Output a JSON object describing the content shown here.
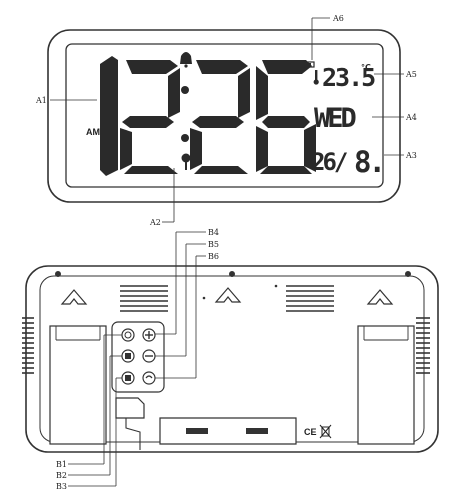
{
  "front_display": {
    "time": "12:26",
    "period": "AM",
    "temperature": "23.5",
    "temperature_unit": "°C",
    "weekday": "WED",
    "day": "26/",
    "month": "8."
  },
  "callouts": {
    "A1": "A1",
    "A2": "A2",
    "A3": "A3",
    "A4": "A4",
    "A5": "A5",
    "A6": "A6",
    "B1": "B1",
    "B2": "B2",
    "B3": "B3",
    "B4": "B4",
    "B5": "B5",
    "B6": "B6"
  },
  "back_panel": {
    "certification_mark": "CE"
  },
  "icons": [
    "alarm-bell-icon",
    "snooze-icon",
    "thermometer-icon",
    "battery-icon",
    "hanging-hook-icon",
    "plus-button-icon",
    "minus-button-icon",
    "bin-disposal-icon"
  ]
}
